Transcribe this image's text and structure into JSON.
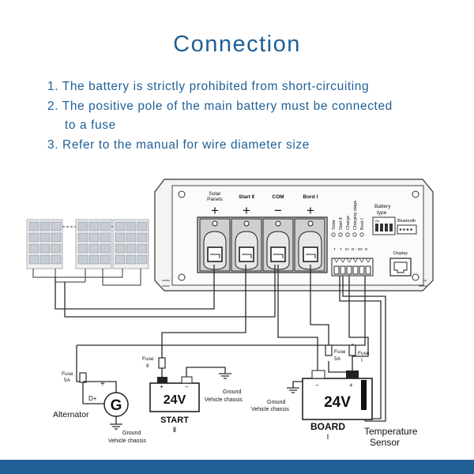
{
  "title": "Connection",
  "notes": [
    "1. The battery is strictly prohibited from short-circuiting",
    "2. The positive pole of the main battery must be connected",
    "to a fuse",
    "3. Refer to the manual for wire diameter size"
  ],
  "controller": {
    "terminals": [
      {
        "label_1": "Solar",
        "label_2": "Panels",
        "sign": "+"
      },
      {
        "label_1": "Start Ⅱ",
        "label_2": "",
        "sign": "+"
      },
      {
        "label_1": "COM",
        "label_2": "",
        "sign": "−"
      },
      {
        "label_1": "Bord Ⅰ",
        "label_2": "",
        "sign": "+"
      }
    ],
    "indicators": [
      "Solar",
      "Start Ⅱ",
      "Charge",
      "Charging stage",
      "Bord Ⅰ"
    ],
    "battery_type_label_1": "Battery",
    "battery_type_label_2": "type",
    "dip_on": "ON",
    "bluetooth_label": "Bluetooth",
    "display_label": "Display",
    "port_labels": [
      "T",
      "T",
      "D+",
      "D−",
      "NC",
      "D"
    ]
  },
  "alternator": {
    "symbol": "G",
    "label": "Alternator",
    "d_plus": "D+",
    "plus": "+"
  },
  "start_battery": {
    "voltage": "24V",
    "name": "START",
    "numeral": "Ⅱ",
    "plus": "+",
    "minus": "−"
  },
  "board_battery": {
    "voltage": "24V",
    "name": "BOARD",
    "numeral": "Ⅰ",
    "plus": "+",
    "minus": "−"
  },
  "fuses": [
    {
      "line_1": "Fuse",
      "line_2": "5A"
    },
    {
      "line_1": "Fuse",
      "line_2": "Ⅱ"
    },
    {
      "line_1": "Fuse",
      "line_2": "5A"
    },
    {
      "line_1": "Fuse",
      "line_2": "Ⅰ"
    }
  ],
  "grounds": [
    {
      "line_1": "Ground",
      "line_2": "Vehicle chassis"
    },
    {
      "line_1": "Ground",
      "line_2": "Vehicle chassis"
    },
    {
      "line_1": "Ground",
      "line_2": "Vehicle chassis"
    }
  ],
  "temperature_sensor": {
    "line_1": "Temperature",
    "line_2": "Sensor"
  }
}
